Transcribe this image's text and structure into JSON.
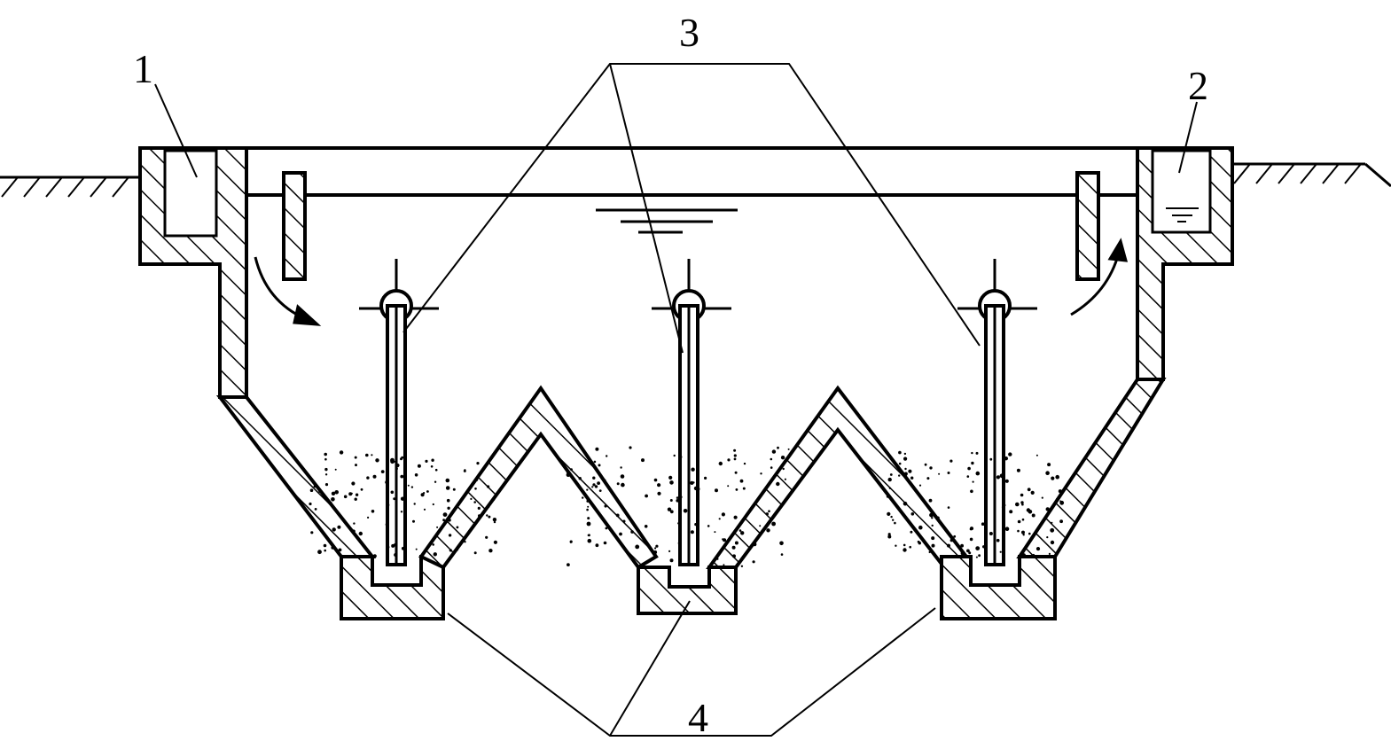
{
  "diagram": {
    "labels": {
      "inlet": "1",
      "outlet": "2",
      "sludge_pipes": "3",
      "sludge_hoppers": "4"
    },
    "colors": {
      "line": "#000000",
      "background": "#ffffff"
    }
  }
}
